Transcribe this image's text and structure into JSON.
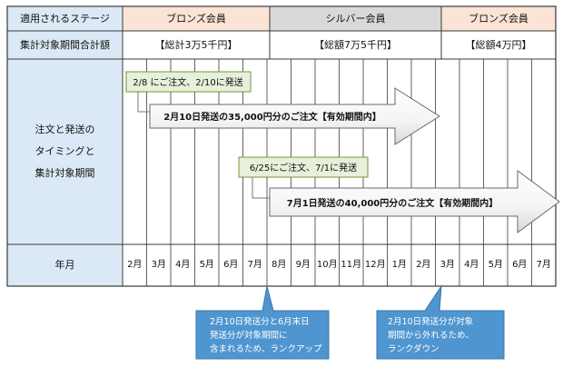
{
  "row_labels": {
    "stage": "適用されるステージ",
    "total": "集計対象期間合計額",
    "middle": [
      "注文と発送の",
      "タイミングと",
      "集計対象期間"
    ],
    "yearmonth": "年月"
  },
  "stages": [
    {
      "label": "ブロンズ会員",
      "color": "#fbe3d6",
      "total": "【総計3万5千円】"
    },
    {
      "label": "シルバー会員",
      "color": "#d9d9d9",
      "total": "【総額7万5千円】"
    },
    {
      "label": "ブロンズ会員",
      "color": "#fbe3d6",
      "total": "【総額4万円】"
    }
  ],
  "months": [
    "2月",
    "3月",
    "4月",
    "5月",
    "6月",
    "7月",
    "8月",
    "9月",
    "10月",
    "11月",
    "12月",
    "1月",
    "2月",
    "3月",
    "4月",
    "5月",
    "6月",
    "7月"
  ],
  "orders": [
    {
      "note": "2/8 にご注文、2/10に発送",
      "arrow_text": "2月10日発送の35,000円分のご注文【有効期間内】"
    },
    {
      "note": "6/25にご注文、7/1に発送",
      "arrow_text": "7月1日発送の40,000円分のご注文【有効期間内】"
    }
  ],
  "callouts": [
    {
      "lines": [
        "2月10日発送分と6月末日",
        "発送分が対象期間に",
        "含まれるため、ランクアップ"
      ]
    },
    {
      "lines": [
        "2月10日発送分が対象",
        "期間から外れるため、",
        "ランクダウン"
      ]
    }
  ],
  "colors": {
    "border": "#3a3a3a",
    "label_bg": "#dbe9f6",
    "note_bg": "#e6f0da",
    "note_border": "#77933c",
    "callout_bg": "#4f95d0",
    "callout_text": "#ffffff",
    "arrow_border": "#6a6a6a"
  }
}
